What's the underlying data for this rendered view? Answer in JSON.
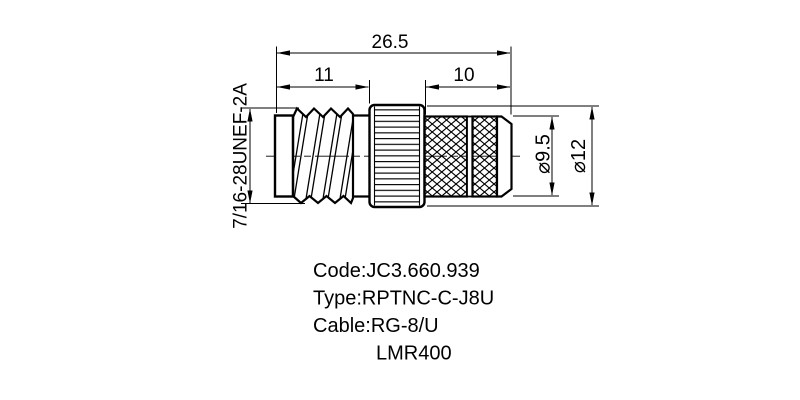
{
  "page": {
    "background_color": "#ffffff",
    "line_color": "#000000"
  },
  "drawing": {
    "kind": "connector-adapter-technical-drawing",
    "dimensions": {
      "overall_length": "26.5",
      "thread_section_length": "11",
      "body_section_length": "10",
      "thread_spec": "7/16-28UNEF-2A",
      "body_diameter": "⌀9.5",
      "nut_diameter": "⌀12"
    },
    "info": [
      "Code:JC3.660.939",
      "Type:RPTNC-C-J8U",
      "Cable:RG-8/U",
      "LMR400"
    ]
  }
}
